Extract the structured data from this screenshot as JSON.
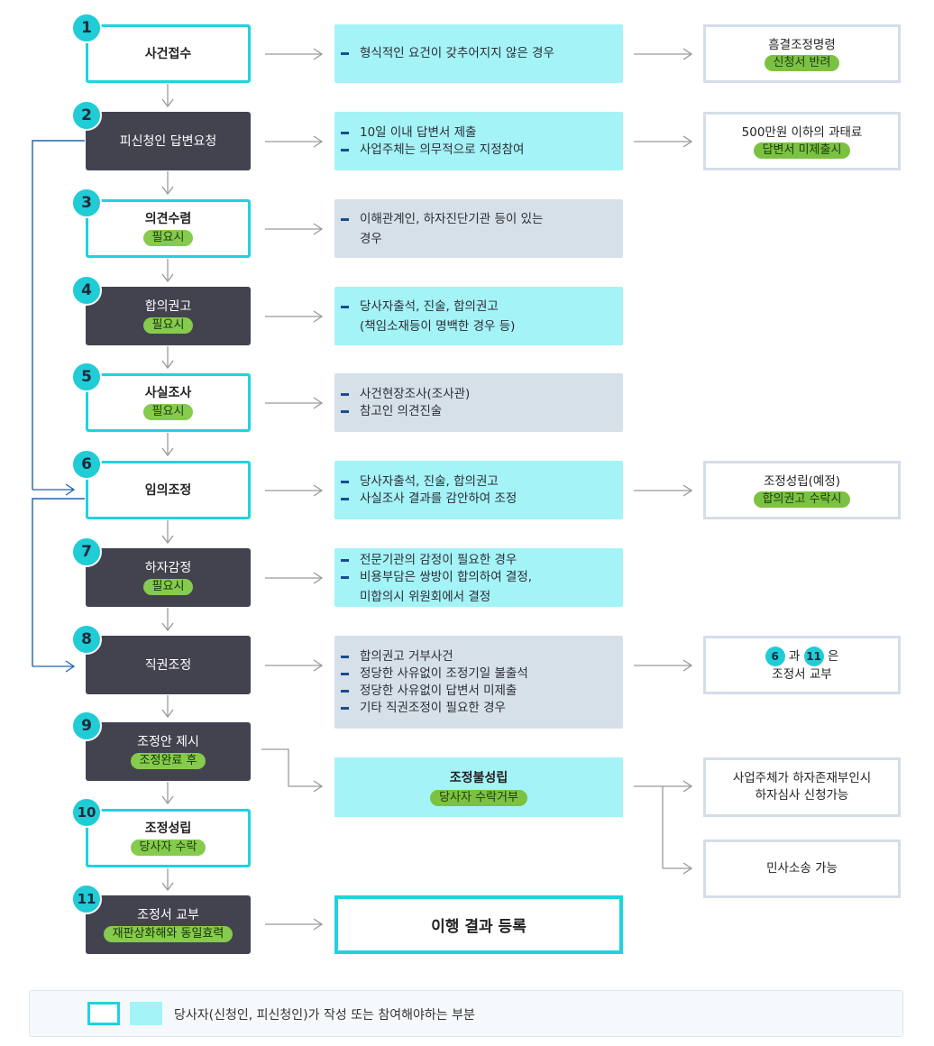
{
  "steps": [
    {
      "num": "1",
      "title": "사건접수",
      "pill": ""
    },
    {
      "num": "2",
      "title": "피신청인 답변요청",
      "pill": ""
    },
    {
      "num": "3",
      "title": "의견수렴",
      "pill": "필요시"
    },
    {
      "num": "4",
      "title": "합의권고",
      "pill": "필요시"
    },
    {
      "num": "5",
      "title": "사실조사",
      "pill": "필요시"
    },
    {
      "num": "6",
      "title": "임의조정",
      "pill": ""
    },
    {
      "num": "7",
      "title": "하자감정",
      "pill": "필요시"
    },
    {
      "num": "8",
      "title": "직권조정",
      "pill": ""
    },
    {
      "num": "9",
      "title": "조정안 제시",
      "pill": "조정완료 후"
    },
    {
      "num": "10",
      "title": "조정성립",
      "pill": "당사자 수락"
    },
    {
      "num": "11",
      "title": "조정서 교부",
      "pill": "재판상화해와 동일효력"
    }
  ],
  "descriptions": [
    {
      "items": [
        "형식적인 요건이 갖추어지지 않은 경우"
      ]
    },
    {
      "items": [
        "10일 이내 답변서 제출",
        "사업주체는 의무적으로 지정참여"
      ]
    },
    {
      "items": [
        "이해관계인, 하자진단기관 등이 있는"
      ],
      "cont": "경우"
    },
    {
      "items": [
        "당사자출석, 진술, 합의권고"
      ],
      "cont": "(책임소재등이 명백한 경우 등)"
    },
    {
      "items": [
        "사건현장조사(조사관)",
        "참고인 의견진술"
      ]
    },
    {
      "items": [
        "당사자출석, 진술, 합의권고",
        "사실조사 결과를 감안하여 조정"
      ]
    },
    {
      "items": [
        "전문기관의 감정이 필요한 경우",
        "비용부담은 쌍방이 합의하여 결정,"
      ],
      "cont": "미합의시 위원회에서 결정"
    },
    {
      "items": [
        "합의권고 거부사건",
        "정당한 사유없이 조정기일 불출석",
        "정당한 사유없이 답변서 미제출",
        "기타 직권조정이 필요한 경우"
      ]
    }
  ],
  "results": [
    {
      "title": "흠결조정명령",
      "pill": "신청서 반려"
    },
    {
      "title": "500만원 이하의 과태료",
      "pill": "답변서 미제출시"
    },
    {
      "title": "조정성립(예정)",
      "pill": "합의권고 수락시"
    },
    {
      "badge_a": "6",
      "conj": "과",
      "badge_b": "11",
      "suffix": "은",
      "line2": "조정서 교부"
    },
    {
      "line1": "사업주체가 하자존재부인시",
      "line2": "하자심사 신청가능"
    },
    {
      "line1": "민사소송 가능"
    }
  ],
  "failure": {
    "title": "조정불성립",
    "pill": "당사자 수락거부"
  },
  "final": {
    "title": "이행 결과 등록"
  },
  "legend": {
    "text": "당사자(신청인, 피신청인)가 작성 또는 참여해야하는 부분"
  }
}
